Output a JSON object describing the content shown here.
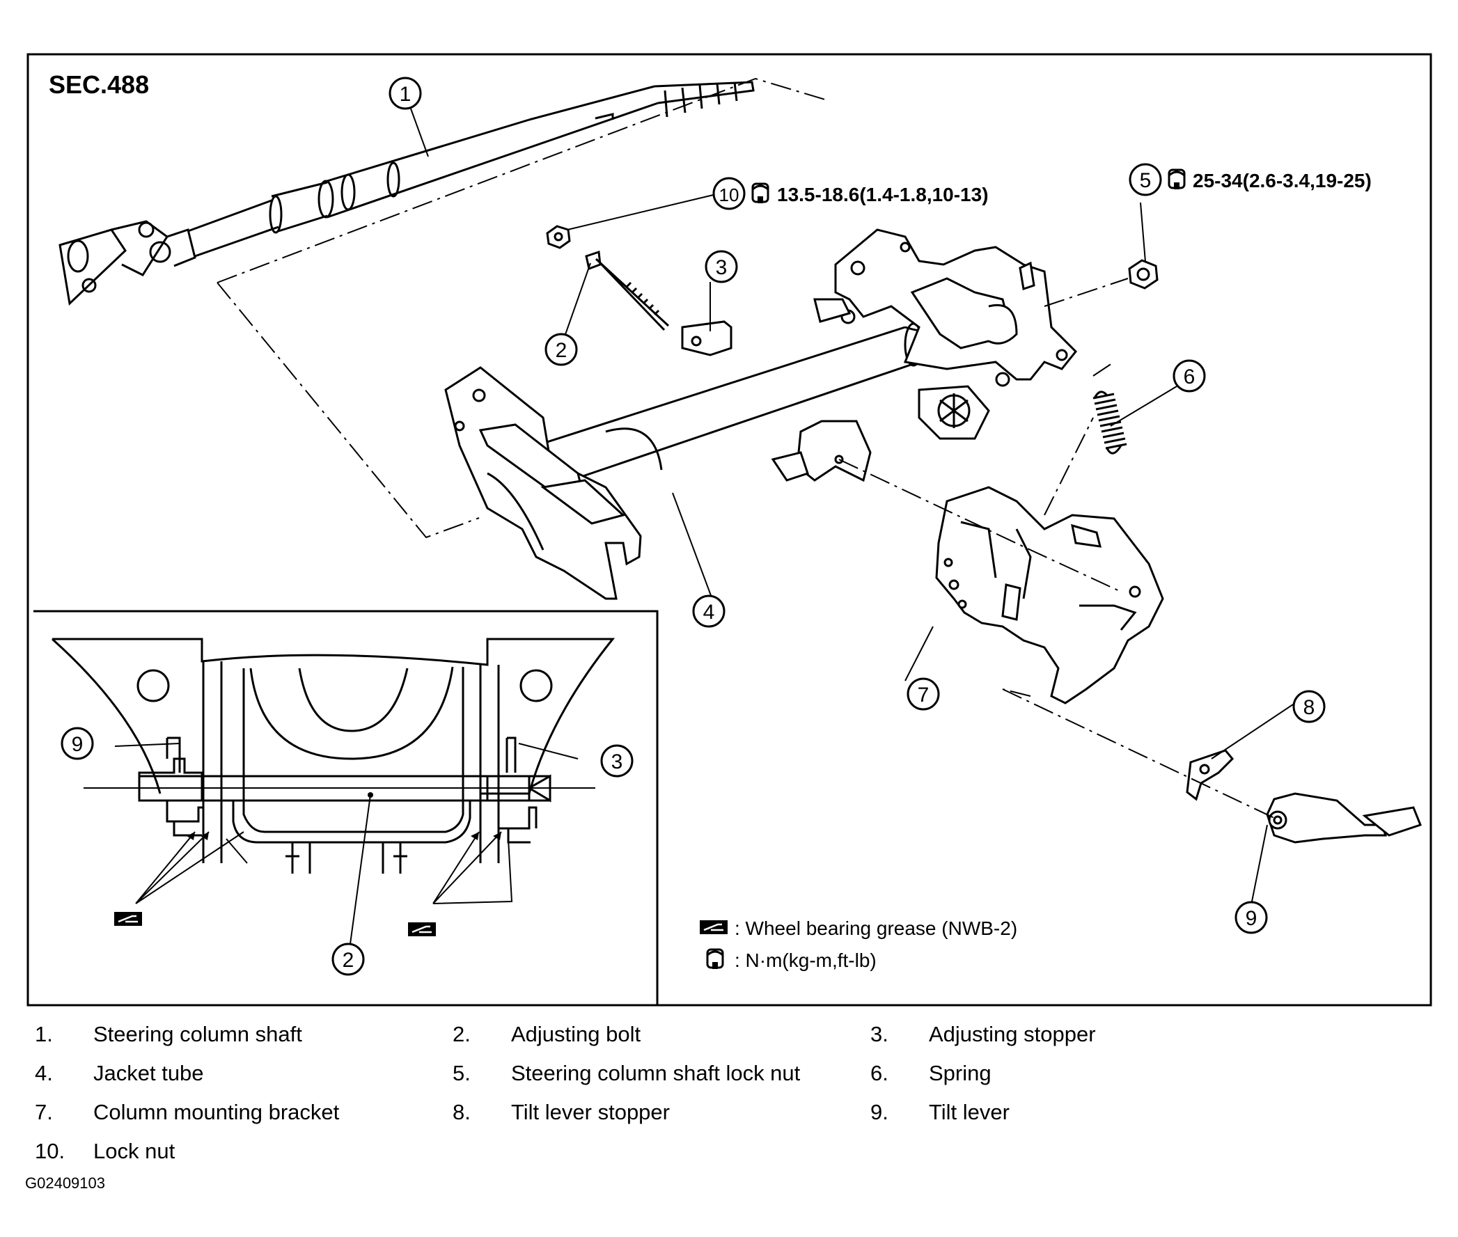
{
  "diagram": {
    "section_label": "SEC.488",
    "callouts": [
      "1",
      "2",
      "3",
      "4",
      "5",
      "6",
      "7",
      "8",
      "9",
      "10"
    ],
    "torque_specs": [
      {
        "callout": "10",
        "text": "13.5-18.6(1.4-1.8,10-13)"
      },
      {
        "callout": "5",
        "text": "25-34(2.6-3.4,19-25)"
      }
    ],
    "inset_callouts": [
      "9",
      "3",
      "2"
    ],
    "key": [
      {
        "icon": "grease-gun-icon",
        "text": ": Wheel bearing grease (NWB-2)"
      },
      {
        "icon": "torque-wrench-icon",
        "text": ": N·m(kg-m,ft-lb)"
      }
    ]
  },
  "legend": {
    "rows": [
      [
        {
          "num": "1.",
          "label": "Steering column shaft"
        },
        {
          "num": "2.",
          "label": "Adjusting bolt"
        },
        {
          "num": "3.",
          "label": "Adjusting stopper"
        }
      ],
      [
        {
          "num": "4.",
          "label": "Jacket tube"
        },
        {
          "num": "5.",
          "label": "Steering column shaft lock nut"
        },
        {
          "num": "6.",
          "label": "Spring"
        }
      ],
      [
        {
          "num": "7.",
          "label": "Column mounting bracket"
        },
        {
          "num": "8.",
          "label": "Tilt lever stopper"
        },
        {
          "num": "9.",
          "label": "Tilt lever"
        }
      ],
      [
        {
          "num": "10.",
          "label": "Lock nut"
        }
      ]
    ]
  },
  "figure_id": "G02409103"
}
